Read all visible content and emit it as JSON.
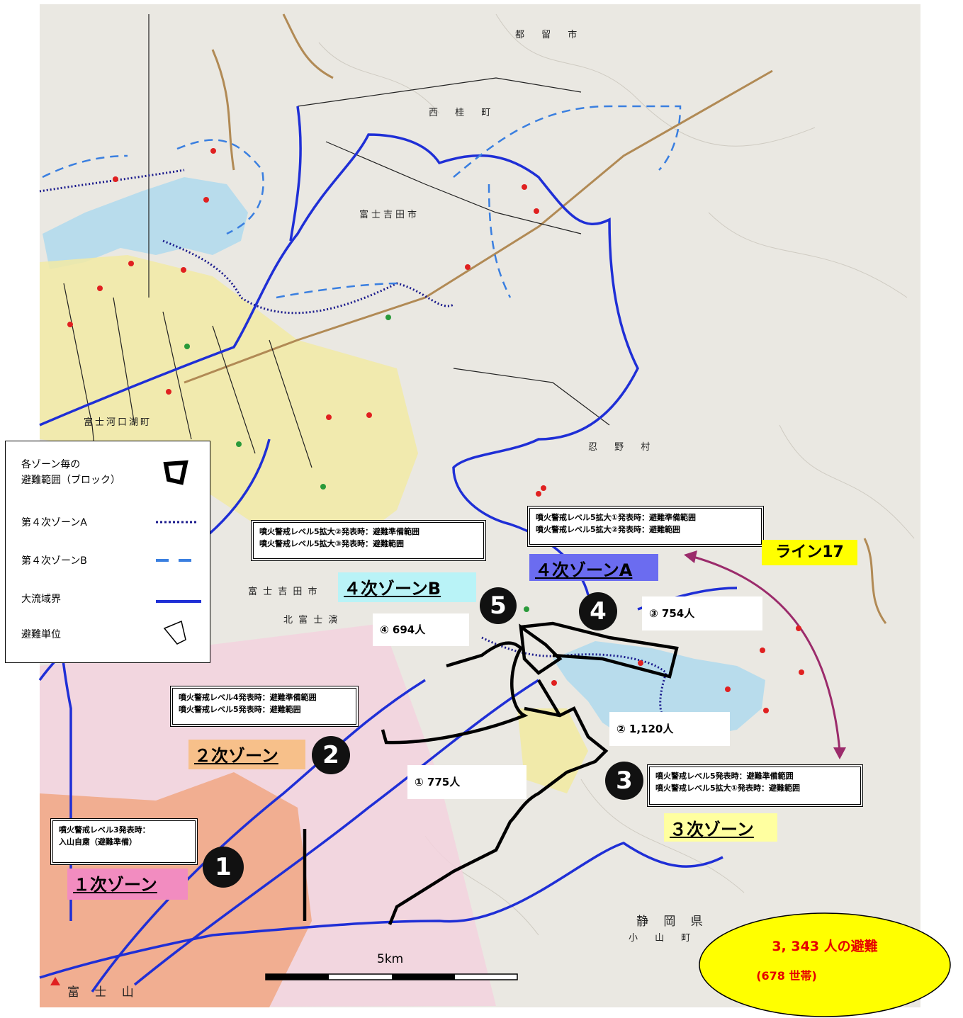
{
  "legend": {
    "block_range_label_1": "各ゾーン毎の",
    "block_range_label_2": "避難範囲（ブロック）",
    "zone4a_label": "第４次ゾーンA",
    "zone4b_label": "第４次ゾーンB",
    "basin_label": "大流域界",
    "evac_unit_label": "避難単位"
  },
  "notices": {
    "n1_line1": "噴火警戒レベル3発表時：",
    "n1_line2": "入山自粛（避難準備）",
    "n2_line1": "噴火警戒レベル4発表時：避難準備範囲",
    "n2_line2": "噴火警戒レベル5発表時：避難範囲",
    "n3_line1": "噴火警戒レベル5発表時：避難準備範囲",
    "n3_line2": "噴火警戒レベル5拡大①発表時：避難範囲",
    "n4b_line1": "噴火警戒レベル5拡大②発表時：避難準備範囲",
    "n4b_line2": "噴火警戒レベル5拡大③発表時：避難範囲",
    "n4a_line1": "噴火警戒レベル5拡大①発表時：避難準備範囲",
    "n4a_line2": "噴火警戒レベル5拡大②発表時：避難範囲"
  },
  "zones": {
    "zone1": "１次ゾーン",
    "zone2": "２次ゾーン",
    "zone3": "３次ゾーン",
    "zone4a": "４次ゾーンA",
    "zone4b": "４次ゾーンB"
  },
  "counts": {
    "c1": "① 775人",
    "c2": "② 1,120人",
    "c3": "③ 754人",
    "c4": "④ 694人"
  },
  "badges": {
    "b1": "1",
    "b2": "2",
    "b3": "3",
    "b4": "4",
    "b5": "5"
  },
  "line17": "ライン17",
  "scale_label": "5km",
  "summary": {
    "total": "3, 343 人の避難",
    "households": "(678 世帯)"
  },
  "places": {
    "tsuru": "都 留 市",
    "nishikatsura": "西 桂 町",
    "fujiyoshida": "富士吉田市",
    "fujikawaguchiko": "富士河口湖町",
    "oshino": "忍 野 村",
    "shizuoka": "静 岡 県",
    "oyama": "小 山 町",
    "fujisan": "富 士 山",
    "kitafuji": "北 富 士 演",
    "fujiyoshida2": "富 士 吉 田 市"
  },
  "colors": {
    "zone1_bg": "#f28cc0",
    "zone2_bg": "#f7c08a",
    "zone3_bg": "#ffffa0",
    "zone4a_bg": "#6b6cf0",
    "zone4b_bg": "#b9f3f7",
    "line17_bg": "#ffff00",
    "summary_bg": "#ffff00",
    "summary_text": "#e60000",
    "basin_line": "#1f2fd6",
    "zone4a_line": "#1a1a8c",
    "zone4b_line": "#3a7fe0"
  }
}
